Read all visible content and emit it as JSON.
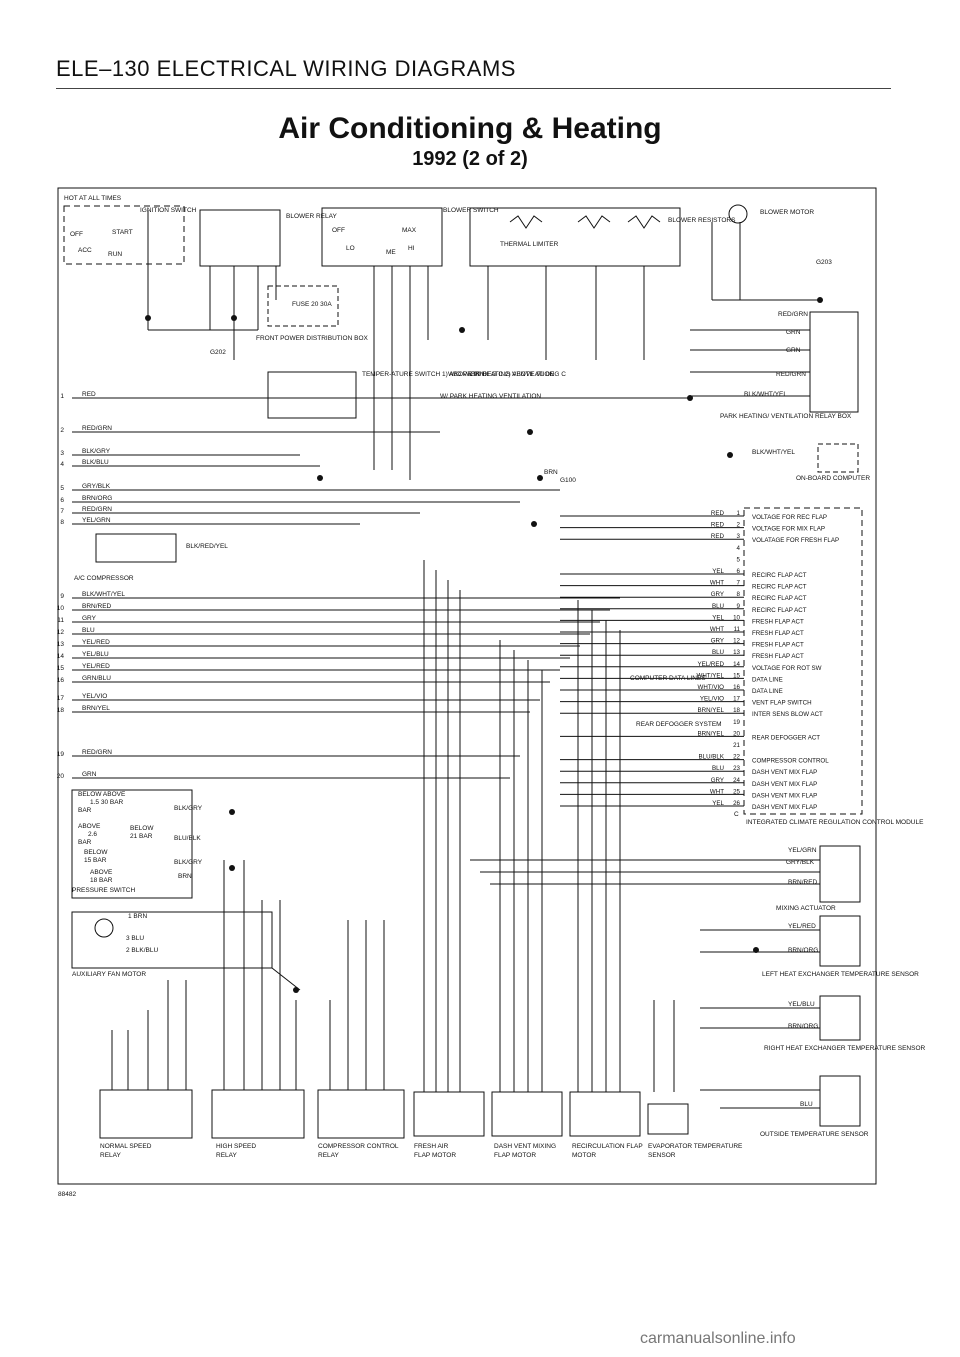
{
  "page": {
    "header": "ELE–130 ELECTRICAL WIRING DIAGRAMS",
    "title": "Air Conditioning & Heating",
    "subtitle": "1992 (2 of 2)",
    "figure_number": "88482",
    "watermark": "carmanualsonline.info"
  },
  "components": {
    "ignition": {
      "hot": "HOT AT ALL TIMES",
      "label": "IGNITION SWITCH",
      "off": "OFF",
      "start": "START",
      "acc": "ACC",
      "run": "RUN"
    },
    "blower_relay": "BLOWER RELAY",
    "blower_switch": {
      "label": "BLOWER SWITCH",
      "off": "OFF",
      "max": "MAX",
      "lo": "LO",
      "me": "ME",
      "hi": "HI"
    },
    "thermal_limiter": "THERMAL LIMITER",
    "blower_resistors": "BLOWER RESISTORS",
    "blower_motor": "BLOWER MOTOR",
    "g203": "G203",
    "g202": "G202",
    "g100": "G100",
    "front_power": "FRONT POWER DISTRIBUTION BOX",
    "fuse": "FUSE 20 30A",
    "temp_switch": "TEMPER-ATURE SWITCH 1) ABOVE 99 DEG C 2) ABOVE 91 DEG C",
    "park_heating_wo": "W/O PARK HEATING VENTILATION",
    "park_heating_w": "W/ PARK HEATING VENTILATION",
    "park_relay_box": "PARK HEATING/ VENTILATION RELAY BOX",
    "onboard_computer": "ON-BOARD COMPUTER",
    "ac_compressor": "A/C COMPRESSOR",
    "computer_data_lines": "COMPUTER DATA LINES",
    "rear_defogger": "REAR DEFOGGER SYSTEM",
    "iccm": "INTEGRATED CLIMATE REGULATION CONTROL MODULE",
    "pressure_switch": "PRESSURE SWITCH",
    "pressure_below_above": "BELOW ABOVE",
    "pressure_15_30": "1.5 30 BAR",
    "pressure_bar": "BAR",
    "pressure_above": "ABOVE",
    "pressure_2_6": "2.6",
    "pressure_below": "BELOW",
    "pressure_21": "21 BAR",
    "pressure_bar2": "BAR",
    "pressure_below2": "BELOW",
    "pressure_15": "15 BAR",
    "pressure_above2": "ABOVE",
    "pressure_18": "18 BAR",
    "aux_fan": "AUXILIARY FAN MOTOR",
    "mixing_actuator": "MIXING ACTUATOR",
    "left_sensor": "LEFT HEAT EXCHANGER TEMPERATURE SENSOR",
    "right_sensor": "RIGHT HEAT EXCHANGER TEMPERATURE SENSOR",
    "outside_sensor": "OUTSIDE TEMPERATURE SENSOR"
  },
  "left_wires": [
    {
      "n": "1",
      "c": "RED"
    },
    {
      "n": "2",
      "c": "RED/GRN"
    },
    {
      "n": "3",
      "c": "BLK/GRY"
    },
    {
      "n": "4",
      "c": "BLK/BLU"
    },
    {
      "n": "5",
      "c": "GRY/BLK"
    },
    {
      "n": "6",
      "c": "BRN/ORG"
    },
    {
      "n": "7",
      "c": "RED/GRN"
    },
    {
      "n": "8",
      "c": "YEL/GRN"
    },
    {
      "n": "9",
      "c": "BLK/WHT/YEL"
    },
    {
      "n": "10",
      "c": "BRN/RED"
    },
    {
      "n": "11",
      "c": "GRY"
    },
    {
      "n": "12",
      "c": "BLU"
    },
    {
      "n": "13",
      "c": "YEL/RED"
    },
    {
      "n": "14",
      "c": "YEL/BLU"
    },
    {
      "n": "15",
      "c": "YEL/RED"
    },
    {
      "n": "16",
      "c": "GRN/BLU"
    },
    {
      "n": "17",
      "c": "YEL/VIO"
    },
    {
      "n": "18",
      "c": "BRN/YEL"
    },
    {
      "n": "19",
      "c": "RED/GRN"
    },
    {
      "n": "20",
      "c": "GRN"
    }
  ],
  "module_pins": [
    {
      "n": "1",
      "c": "RED",
      "f": "VOLTAGE FOR REC FLAP"
    },
    {
      "n": "2",
      "c": "RED",
      "f": "VOLTAGE FOR MIX FLAP"
    },
    {
      "n": "3",
      "c": "RED",
      "f": "VOLATAGE FOR FRESH FLAP"
    },
    {
      "n": "4",
      "c": "",
      "f": ""
    },
    {
      "n": "5",
      "c": "",
      "f": ""
    },
    {
      "n": "6",
      "c": "YEL",
      "f": "RECIRC FLAP ACT"
    },
    {
      "n": "7",
      "c": "WHT",
      "f": "RECIRC FLAP ACT"
    },
    {
      "n": "8",
      "c": "GRY",
      "f": "RECIRC FLAP ACT"
    },
    {
      "n": "9",
      "c": "BLU",
      "f": "RECIRC FLAP ACT"
    },
    {
      "n": "10",
      "c": "YEL",
      "f": "FRESH FLAP ACT"
    },
    {
      "n": "11",
      "c": "WHT",
      "f": "FRESH FLAP ACT"
    },
    {
      "n": "12",
      "c": "GRY",
      "f": "FRESH FLAP ACT"
    },
    {
      "n": "13",
      "c": "BLU",
      "f": "FRESH FLAP ACT"
    },
    {
      "n": "14",
      "c": "YEL/RED",
      "f": "VOLTAGE FOR ROT SW"
    },
    {
      "n": "15",
      "c": "WHT/YEL",
      "f": "DATA LINE"
    },
    {
      "n": "16",
      "c": "WHT/VIO",
      "f": "DATA LINE"
    },
    {
      "n": "17",
      "c": "YEL/VIO",
      "f": "VENT FLAP SWITCH"
    },
    {
      "n": "18",
      "c": "BRN/YEL",
      "f": "INTER SENS BLOW ACT"
    },
    {
      "n": "19",
      "c": "",
      "f": ""
    },
    {
      "n": "20",
      "c": "BRN/YEL",
      "f": "REAR DEFOGGER ACT"
    },
    {
      "n": "21",
      "c": "",
      "f": ""
    },
    {
      "n": "22",
      "c": "BLU/BLK",
      "f": "COMPRESSOR CONTROL"
    },
    {
      "n": "23",
      "c": "BLU",
      "f": "DASH VENT MIX FLAP"
    },
    {
      "n": "24",
      "c": "GRY",
      "f": "DASH VENT MIX FLAP"
    },
    {
      "n": "25",
      "c": "WHT",
      "f": "DASH VENT MIX FLAP"
    },
    {
      "n": "26",
      "c": "YEL",
      "f": "DASH VENT MIX FLAP"
    }
  ],
  "right_labels": {
    "red_grn2": "RED/GRN",
    "grn5": "GRN",
    "grn6": "GRN",
    "red_grn8": "RED/GRN",
    "blk_wht_yel4": "BLK/WHT/YEL",
    "blk_wht_yel14": "BLK/WHT/YEL",
    "yel_grn": "YEL/GRN",
    "gry_blk": "GRY/BLK",
    "brn_red": "BRN/RED",
    "yel_red": "YEL/RED",
    "brn_org": "BRN/ORG",
    "yel_blu": "YEL/BLU",
    "brn_org2": "BRN/ORG",
    "blu": "BLU",
    "brn": "BRN",
    "grn": "GRN"
  },
  "bottom_components": [
    "NORMAL SPEED RELAY",
    "HIGH SPEED RELAY",
    "COMPRESSOR CONTROL RELAY",
    "FRESH AIR FLAP MOTOR",
    "DASH VENT MIXING FLAP MOTOR",
    "RECIRCULATION FLAP MOTOR",
    "EVAPORATOR TEMPERATURE SENSOR"
  ],
  "misc": {
    "blk_red_yel": "BLK/RED/YEL",
    "blk_gry": "BLK/GRY",
    "blu_blk": "BLU/BLK",
    "blk_gry2": "BLK/GRY",
    "brn": "BRN",
    "fan_brn": "1 BRN",
    "fan_blu": "3 BLU",
    "fan_blkblu": "2 BLK/BLU",
    "c": "C"
  }
}
